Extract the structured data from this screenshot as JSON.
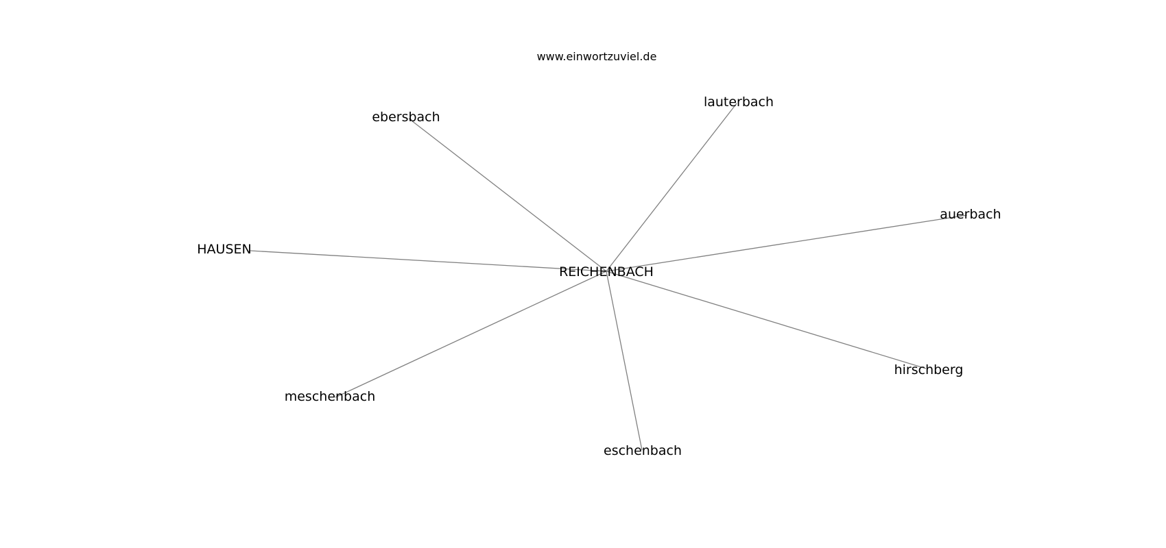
{
  "header": {
    "site": "www.einwortzuviel.de"
  },
  "graph": {
    "center": "REICHENBACH",
    "neighbors": [
      "ebersbach",
      "lauterbach",
      "auerbach",
      "HAUSEN",
      "hirschberg",
      "meschenbach",
      "eschenbach"
    ],
    "edge_color": "#808080",
    "text_color": "#000000"
  }
}
